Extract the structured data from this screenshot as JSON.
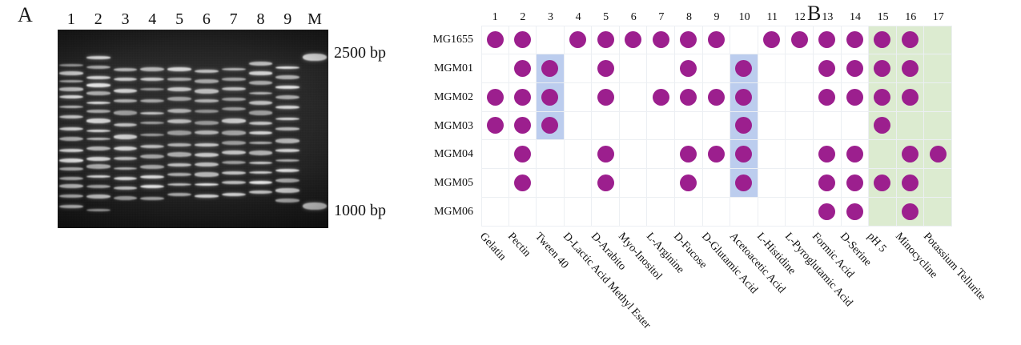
{
  "figure": {
    "panel_a": {
      "letter": "A",
      "lane_labels": [
        "1",
        "2",
        "3",
        "4",
        "5",
        "6",
        "7",
        "8",
        "9",
        "M"
      ],
      "size_markers": [
        {
          "name": "marker-2500",
          "label": "2500 bp"
        },
        {
          "name": "marker-1000",
          "label": "1000 bp"
        }
      ]
    },
    "panel_b": {
      "letter": "B",
      "column_numbers": [
        "1",
        "2",
        "3",
        "4",
        "5",
        "6",
        "7",
        "8",
        "9",
        "10",
        "11",
        "12",
        "13",
        "14",
        "15",
        "16",
        "17"
      ],
      "row_labels": [
        "MG1655",
        "MGM01",
        "MGM02",
        "MGM03",
        "MGM04",
        "MGM05",
        "MGM06"
      ],
      "x_axis_labels": [
        "Gelatin",
        "Pectin",
        "Tween 40",
        "D-Lactic Acid Methyl Ester",
        "D-Arabito",
        "Myo-Inositol",
        "L-Arginine",
        "D-Fucose",
        "D-Glutamic Acid",
        "Acetoacetic Acid",
        "L-Histidine",
        "L-Pyroglutamic Acid",
        "Formic Acid",
        "D-Serine",
        "pH 5",
        "Minocycline",
        "Potassium Tellurite"
      ],
      "colors": {
        "dot": "#9c1f8e",
        "highlight_blue": "#bccdee",
        "highlight_green": "#dcebd0",
        "grid_line": "#eceff3"
      }
    }
  },
  "chart_data": {
    "type": "heatmap",
    "title": "",
    "xlabel": "",
    "ylabel": "",
    "categories": [
      "Gelatin",
      "Pectin",
      "Tween 40",
      "D-Lactic Acid Methyl Ester",
      "D-Arabito",
      "Myo-Inositol",
      "L-Arginine",
      "D-Fucose",
      "D-Glutamic Acid",
      "Acetoacetic Acid",
      "L-Histidine",
      "L-Pyroglutamic Acid",
      "Formic Acid",
      "D-Serine",
      "pH 5",
      "Minocycline",
      "Potassium Tellurite"
    ],
    "rows": [
      "MG1655",
      "MGM01",
      "MGM02",
      "MGM03",
      "MGM04",
      "MGM05",
      "MGM06"
    ],
    "values": [
      [
        1,
        1,
        0,
        1,
        1,
        1,
        1,
        1,
        1,
        0,
        1,
        1,
        1,
        1,
        1,
        1,
        0
      ],
      [
        0,
        1,
        1,
        0,
        1,
        0,
        0,
        1,
        0,
        1,
        0,
        0,
        1,
        1,
        1,
        1,
        0
      ],
      [
        1,
        1,
        1,
        0,
        1,
        0,
        1,
        1,
        1,
        1,
        0,
        0,
        1,
        1,
        1,
        1,
        0
      ],
      [
        1,
        1,
        1,
        0,
        0,
        0,
        0,
        0,
        0,
        1,
        0,
        0,
        0,
        0,
        1,
        0,
        0
      ],
      [
        0,
        1,
        0,
        0,
        1,
        0,
        0,
        1,
        1,
        1,
        0,
        0,
        1,
        1,
        0,
        1,
        1
      ],
      [
        0,
        1,
        0,
        0,
        1,
        0,
        0,
        1,
        0,
        1,
        0,
        0,
        1,
        1,
        1,
        1,
        0
      ],
      [
        0,
        0,
        0,
        0,
        0,
        0,
        0,
        0,
        0,
        0,
        0,
        0,
        1,
        1,
        0,
        1,
        0
      ]
    ],
    "column_highlights": [
      {
        "column": 3,
        "color": "#bccdee",
        "rows": [
          "MGM01",
          "MGM02",
          "MGM03"
        ]
      },
      {
        "column": 10,
        "color": "#bccdee",
        "rows": [
          "MGM01",
          "MGM02",
          "MGM03",
          "MGM04",
          "MGM05"
        ]
      },
      {
        "column": 15,
        "color": "#dcebd0",
        "rows": [
          "MG1655",
          "MGM01",
          "MGM02",
          "MGM03",
          "MGM04",
          "MGM05",
          "MGM06"
        ]
      },
      {
        "column": 16,
        "color": "#dcebd0",
        "rows": [
          "MG1655",
          "MGM01",
          "MGM02",
          "MGM03",
          "MGM04",
          "MGM05",
          "MGM06"
        ]
      },
      {
        "column": 17,
        "color": "#dcebd0",
        "rows": [
          "MG1655",
          "MGM01",
          "MGM02",
          "MGM03",
          "MGM04",
          "MGM05",
          "MGM06"
        ]
      }
    ],
    "legend": [],
    "grid": true
  },
  "gel_data": {
    "type": "gel-electrophoresis",
    "lanes": [
      {
        "label": "1",
        "bands": [
          18,
          22,
          26,
          30,
          34,
          39,
          44,
          50,
          55,
          61,
          66,
          70,
          75,
          79,
          84,
          89
        ]
      },
      {
        "label": "2",
        "bands": [
          14,
          19,
          24,
          28,
          32,
          37,
          41,
          46,
          51,
          55,
          60,
          65,
          69,
          74,
          79,
          84,
          91
        ]
      },
      {
        "label": "3",
        "bands": [
          20,
          25,
          31,
          36,
          42,
          48,
          54,
          60,
          65,
          70,
          75,
          80,
          85
        ]
      },
      {
        "label": "4",
        "bands": [
          20,
          25,
          30,
          36,
          42,
          47,
          53,
          59,
          64,
          69,
          74,
          79,
          85
        ]
      },
      {
        "label": "5",
        "bands": [
          20,
          25,
          30,
          35,
          41,
          46,
          52,
          58,
          63,
          68,
          73,
          78,
          83
        ]
      },
      {
        "label": "6",
        "bands": [
          21,
          26,
          31,
          36,
          41,
          47,
          52,
          58,
          63,
          68,
          73,
          78,
          84
        ]
      },
      {
        "label": "7",
        "bands": [
          20,
          25,
          30,
          35,
          40,
          46,
          52,
          57,
          62,
          67,
          72,
          77,
          83
        ]
      },
      {
        "label": "8",
        "bands": [
          17,
          22,
          27,
          32,
          37,
          42,
          47,
          52,
          57,
          62,
          67,
          72,
          77,
          82
        ]
      },
      {
        "label": "9",
        "bands": [
          19,
          24,
          29,
          34,
          39,
          45,
          50,
          56,
          61,
          66,
          71,
          76,
          81,
          86
        ]
      },
      {
        "label": "M",
        "bands": [
          14,
          89
        ]
      }
    ]
  }
}
